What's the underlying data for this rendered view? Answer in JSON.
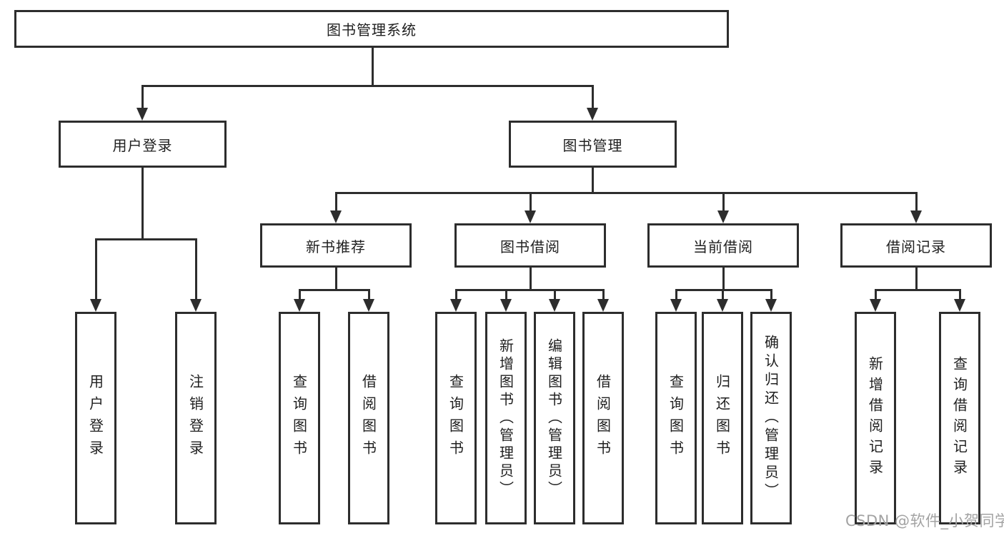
{
  "colors": {
    "line": "#2d2d2d",
    "text": "#1f1f1f",
    "background": "#ffffff",
    "watermark": "#a3a3a3"
  },
  "watermark": {
    "text": "CSDN @软件_小贺同学"
  },
  "nodes": {
    "root": {
      "label": "图书管理系统"
    },
    "login": {
      "label": "用户登录",
      "children": [
        {
          "label": "用户登录"
        },
        {
          "label": "注销登录"
        }
      ]
    },
    "mgmt": {
      "label": "图书管理",
      "children": [
        {
          "label": "新书推荐",
          "children": [
            {
              "label": "查询图书"
            },
            {
              "label": "借阅图书"
            }
          ]
        },
        {
          "label": "图书借阅",
          "children": [
            {
              "label": "查询图书"
            },
            {
              "label": "新增图书（管理员）"
            },
            {
              "label": "编辑图书（管理员）"
            },
            {
              "label": "借阅图书"
            }
          ]
        },
        {
          "label": "当前借阅",
          "children": [
            {
              "label": "查询图书"
            },
            {
              "label": "归还图书"
            },
            {
              "label": "确认归还（管理员）"
            }
          ]
        },
        {
          "label": "借阅记录",
          "children": [
            {
              "label": "新增借阅记录"
            },
            {
              "label": "查询借阅记录"
            }
          ]
        }
      ]
    }
  }
}
